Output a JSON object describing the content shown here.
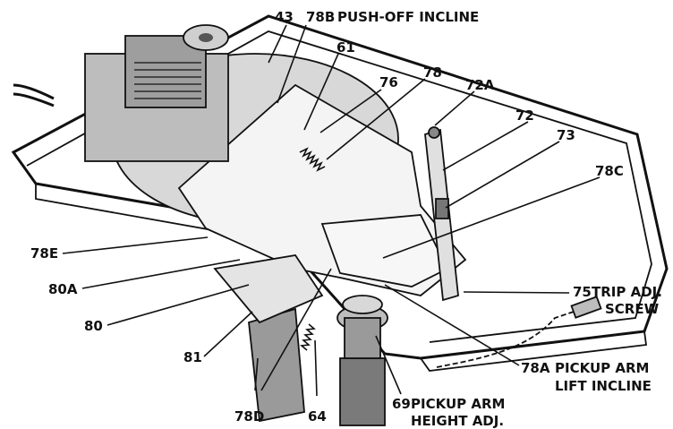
{
  "labels": {
    "l43": "43",
    "l78b": "78B",
    "push_off": "PUSH-OFF INCLINE",
    "l61": "61",
    "l76": "76",
    "l78": "78",
    "l72a": "72A",
    "l72": "72",
    "l73": "73",
    "l78c": "78C",
    "l78e": "78E",
    "l80a": "80A",
    "l80": "80",
    "l75": "75",
    "trip_line1": "TRIP ADJ.",
    "trip_line2": "SCREW",
    "l81": "81",
    "l78d": "78D",
    "l64": "64",
    "l69": "69",
    "pickup_height_line1": "PICKUP ARM",
    "pickup_height_line2": "HEIGHT ADJ.",
    "l78a": "78A",
    "pickup_lift_line1": "PICKUP ARM",
    "pickup_lift_line2": "LIFT INCLINE"
  }
}
